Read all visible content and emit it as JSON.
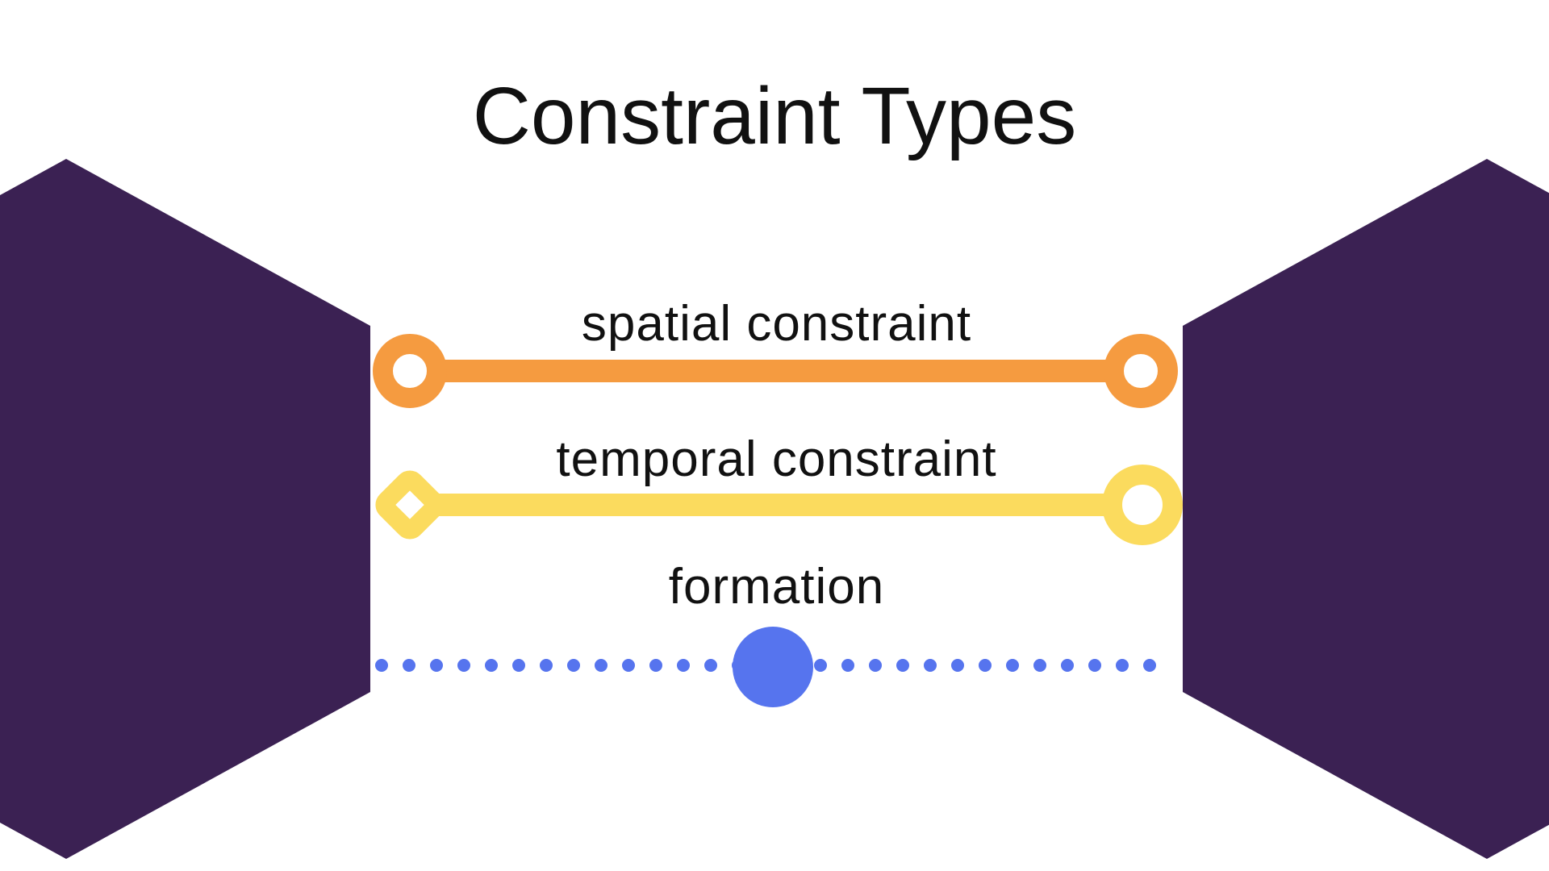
{
  "title": "Constraint Types",
  "colors": {
    "background": "#FFFFFF",
    "text": "#111111",
    "hexagon": "#3B2153",
    "spatial": "#F59B40",
    "temporal": "#FBDB5E",
    "formation": "#5674EE"
  },
  "rows": [
    {
      "label": "spatial constraint",
      "line_style": "solid",
      "color": "#F59B40",
      "left_marker": "ring",
      "right_marker": "ring"
    },
    {
      "label": "temporal constraint",
      "line_style": "solid",
      "color": "#FBDB5E",
      "left_marker": "diamond",
      "right_marker": "ring"
    },
    {
      "label": "formation",
      "line_style": "dotted",
      "color": "#5674EE",
      "center_marker": "filled-circle"
    }
  ]
}
